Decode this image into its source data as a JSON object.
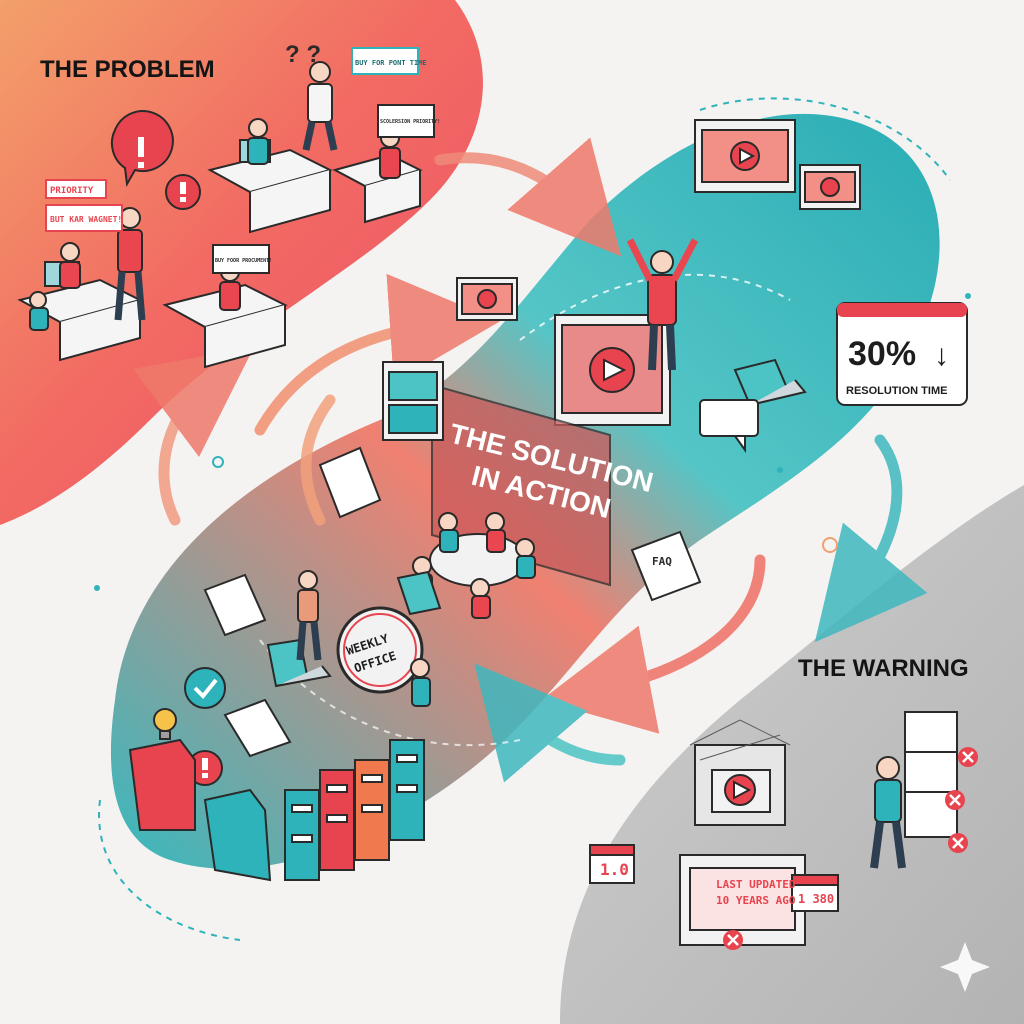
{
  "panels": {
    "problem": {
      "title": "THE PROBLEM",
      "color": "#ef5a63",
      "notes": [
        "PRIORITY",
        "BUT KAR WAGNET!",
        "BUY FOR PONT TIME",
        "SCOLERSION PRIORITY!",
        "BUY FOOR PROCUMENT!"
      ]
    },
    "solution": {
      "title_line1": "THE SOLUTION",
      "title_line2": "IN ACTION",
      "color": "#2fbcc0",
      "notes": [
        "WEEKLY",
        "OFFICE",
        "FAQ"
      ]
    },
    "warning": {
      "title": "THE WARNING",
      "color": "#bdbdbd",
      "notes": [
        "LAST UPDATED",
        "10 YEARS AGO",
        "1.0",
        "1 380"
      ]
    }
  },
  "stat": {
    "value": "30%",
    "arrow": "↓",
    "label": "RESOLUTION TIME"
  },
  "icons": [
    "alert-icon",
    "check-icon",
    "play-icon",
    "lightbulb-icon",
    "folder-icon",
    "laptop-icon",
    "chat-bubble-icon",
    "spark-icon"
  ]
}
